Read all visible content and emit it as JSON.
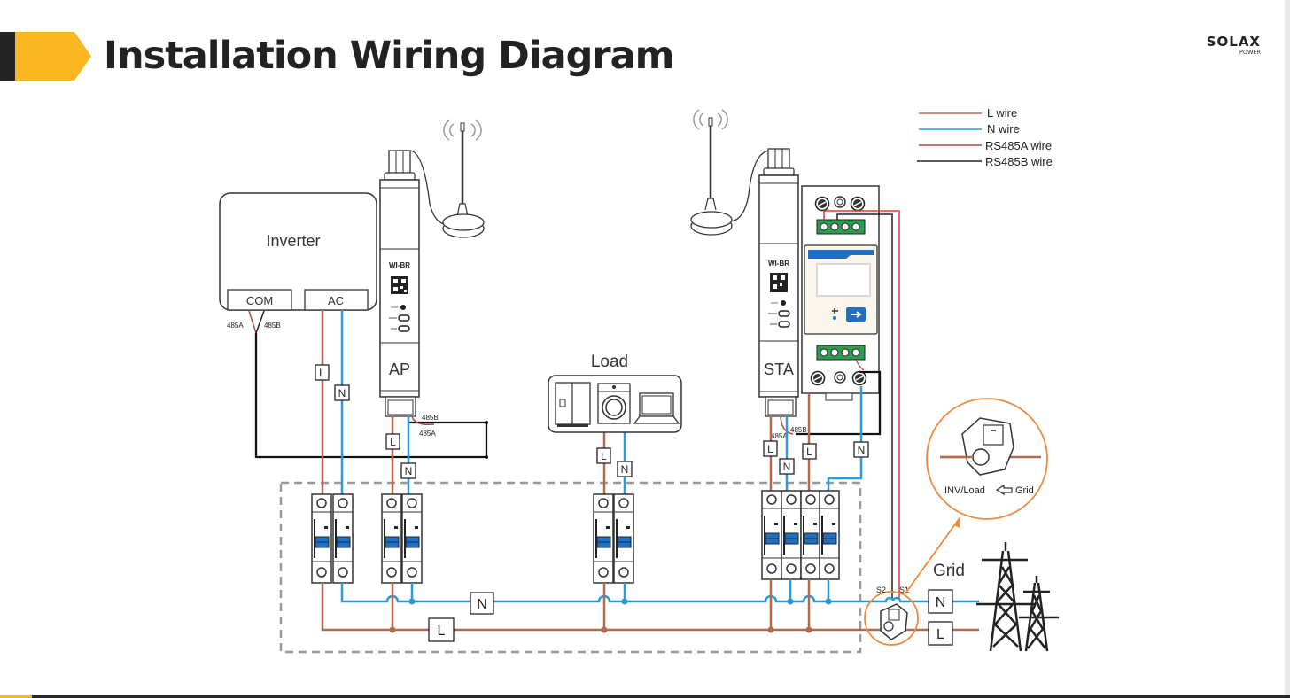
{
  "header": {
    "title": "Installation Wiring Diagram",
    "logo_main": "SOLAX",
    "logo_sub": "POWER",
    "accent_color": "#f9b823",
    "dark_color": "#252525"
  },
  "legend": [
    {
      "label": "L wire",
      "color": "#b5694a"
    },
    {
      "label": "N wire",
      "color": "#2a9ad8"
    },
    {
      "label": "RS485A wire",
      "color": "#b04848"
    },
    {
      "label": "RS485B wire",
      "color": "#222222"
    }
  ],
  "inverter": {
    "label": "Inverter",
    "ports": {
      "com": "COM",
      "ac": "AC"
    },
    "com_wires": {
      "a": "485A",
      "b": "485B"
    }
  },
  "ap_device": {
    "brand": "WI-BR",
    "role": "AP",
    "rs485_labels": {
      "b": "485B",
      "a": "485A"
    }
  },
  "sta_device": {
    "brand": "WI-BR",
    "role": "STA",
    "rs485_labels": {
      "b": "485B",
      "a": "485A"
    }
  },
  "load": {
    "label": "Load"
  },
  "grid": {
    "label": "Grid"
  },
  "ct": {
    "callout": {
      "left": "INV/Load",
      "right": "Grid"
    },
    "terminals": {
      "s2": "S2",
      "s1": "S1"
    }
  },
  "wire_tags": {
    "l": "L",
    "n": "N"
  },
  "colors": {
    "l_wire": "#b5694a",
    "n_wire": "#2a9ad8",
    "rs485a": "#b04848",
    "rs485b": "#222222",
    "ct_red": "#e03a3a",
    "callout": "#ef8a3c",
    "breaker_blue": "#1f6fc2",
    "meter_green": "#2e9a52"
  }
}
